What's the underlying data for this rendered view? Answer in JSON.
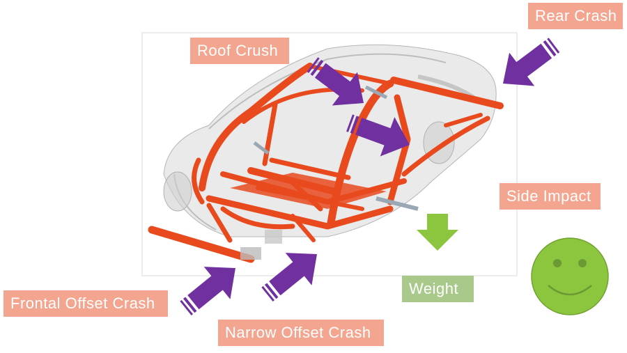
{
  "labels": {
    "rear_crash": "Rear Crash",
    "roof_crush": "Roof Crush",
    "side_impact": "Side Impact",
    "weight": "Weight",
    "frontal_offset_crash": "Frontal Offset Crash",
    "narrow_offset_crash": "Narrow Offset Crash"
  },
  "colors": {
    "label_salmon": "#f4a58f",
    "label_green": "#a9c98b",
    "arrow_purple": "#7030a0",
    "arrow_green": "#8cc63f",
    "body_structure": "#e84a1e",
    "smiley": "#8cc63f"
  },
  "icons": [
    "crash-direction-arrow",
    "weight-down-arrow",
    "smiley-face-icon"
  ]
}
